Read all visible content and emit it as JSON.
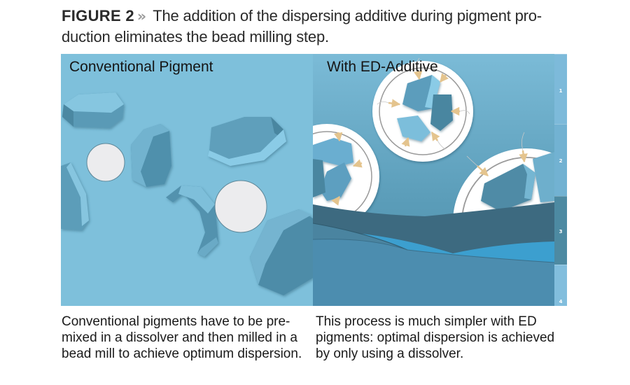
{
  "figure": {
    "label": "FIGURE 2",
    "separator": "»",
    "caption": "The addition of the dispersing additive during pigment pro­duction eliminates the bead milling step."
  },
  "panels": {
    "left": {
      "title": "Conventional Pigment",
      "description": "Conventional pigments have to be pre-mixed in a dissolver and then milled in a bead mill to achieve optimum dispersion.",
      "background_color": "#7EC0DB"
    },
    "right": {
      "title": "With ED-Additive",
      "description": "This process is much simpler with ED pigments: optimal dispersion is achieved by only using a dissolver.",
      "background_top_color": "#7BBBD7",
      "background_bottom_color": "#4F8EA8"
    }
  },
  "stage_strip": {
    "segments": [
      {
        "label": "1",
        "color": "#7DBADA"
      },
      {
        "label": "2",
        "color": "#72B2D2"
      },
      {
        "label": "3",
        "color": "#4D8AA2"
      },
      {
        "label": "4",
        "color": "#82BEDD"
      }
    ]
  },
  "colors": {
    "hex_dark": "#4F8BA6",
    "hex_mid": "#62A3C2",
    "hex_light": "#8ACBE6",
    "bead": "#ECECEE",
    "arrow": "#E4C48E",
    "wave_dark": "#3D6A80",
    "wave_mid": "#4A84A0",
    "wave_bright": "#3C9FCF",
    "wave_base": "#4C8DAF"
  }
}
